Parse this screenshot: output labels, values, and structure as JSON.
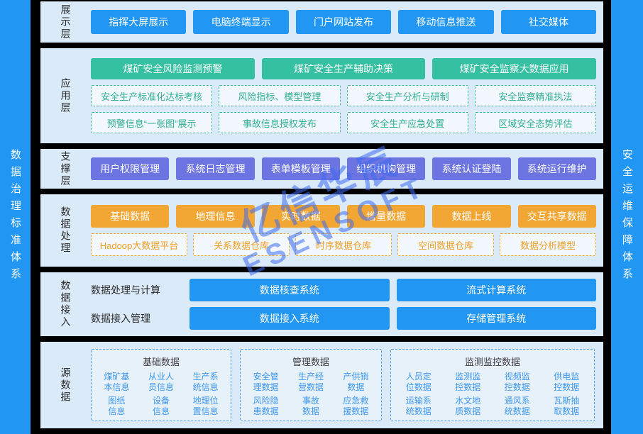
{
  "banners": {
    "left": "数据治理标准体系",
    "right": "安全运维保障体系"
  },
  "watermark": {
    "line1": "亿信华辰",
    "line2": "ESENSOFT"
  },
  "colors": {
    "accent_blue": "#2196f3",
    "green": "#35c0a2",
    "purple": "#6b74e0",
    "orange": "#f2a735",
    "panel_bg": "#daeaf8",
    "background": "#000000",
    "source_item_blue": "#3e97f0"
  },
  "display_layer": {
    "label": "展示层",
    "buttons": [
      "指挥大屏展示",
      "电脑终端显示",
      "门户网站发布",
      "移动信息推送",
      "社交媒体"
    ]
  },
  "app_layer": {
    "label": "应用层",
    "primary": [
      "煤矿安全风险监测预警",
      "煤矿安全生产辅助决策",
      "煤矿安全监察大数据应用"
    ],
    "secondary_row1": [
      "安全生产标准化达标考核",
      "风险指标、模型管理",
      "安全生产分析与研制",
      "安全监察精准执法"
    ],
    "secondary_row2": [
      "预警信息“一张图”展示",
      "事故信息授权发布",
      "安全生产应急处置",
      "区域安全态势评估"
    ]
  },
  "support_layer": {
    "label": "支撑层",
    "buttons": [
      "用户权限管理",
      "系统日志管理",
      "表单模板管理",
      "组织机构管理",
      "系统认证登陆",
      "系统运行维护"
    ]
  },
  "processing_layer": {
    "label": "数据处理",
    "solid": [
      "基础数据",
      "地理信息",
      "实时数据",
      "增量数据",
      "数据上线",
      "交互共享数据"
    ],
    "dashed": [
      "Hadoop大数据平台",
      "关系数据仓库",
      "时序数据仓库",
      "空间数据仓库",
      "数据分析模型"
    ]
  },
  "access_layer": {
    "label": "数据接入",
    "rows": [
      {
        "label": "数据处理与计算",
        "buttons": [
          "数据核查系统",
          "流式计算系统"
        ]
      },
      {
        "label": "数据接入管理",
        "buttons": [
          "数据接入系统",
          "存储管理系统"
        ]
      }
    ]
  },
  "source_layer": {
    "label": "源数据",
    "groups": [
      {
        "title": "基础数据",
        "items": [
          "煤矿基\n本信息",
          "从业人\n员信息",
          "生产系\n统信息",
          "图纸\n信息",
          "设备\n信息",
          "地理位\n置信息"
        ]
      },
      {
        "title": "管理数据",
        "items": [
          "安全管\n理数据",
          "生产经\n营数据",
          "产供销\n数据",
          "风险隐\n患数据",
          "事故\n数据",
          "应急救\n援数据"
        ]
      },
      {
        "title": "监测监控数据",
        "items": [
          "人员定\n位数据",
          "监测监\n控数据",
          "视频监\n控数据",
          "供电监\n控数据",
          "运输系\n统数据",
          "水文地\n质数据",
          "通风系\n统数据",
          "瓦斯抽\n取数据"
        ]
      }
    ]
  }
}
